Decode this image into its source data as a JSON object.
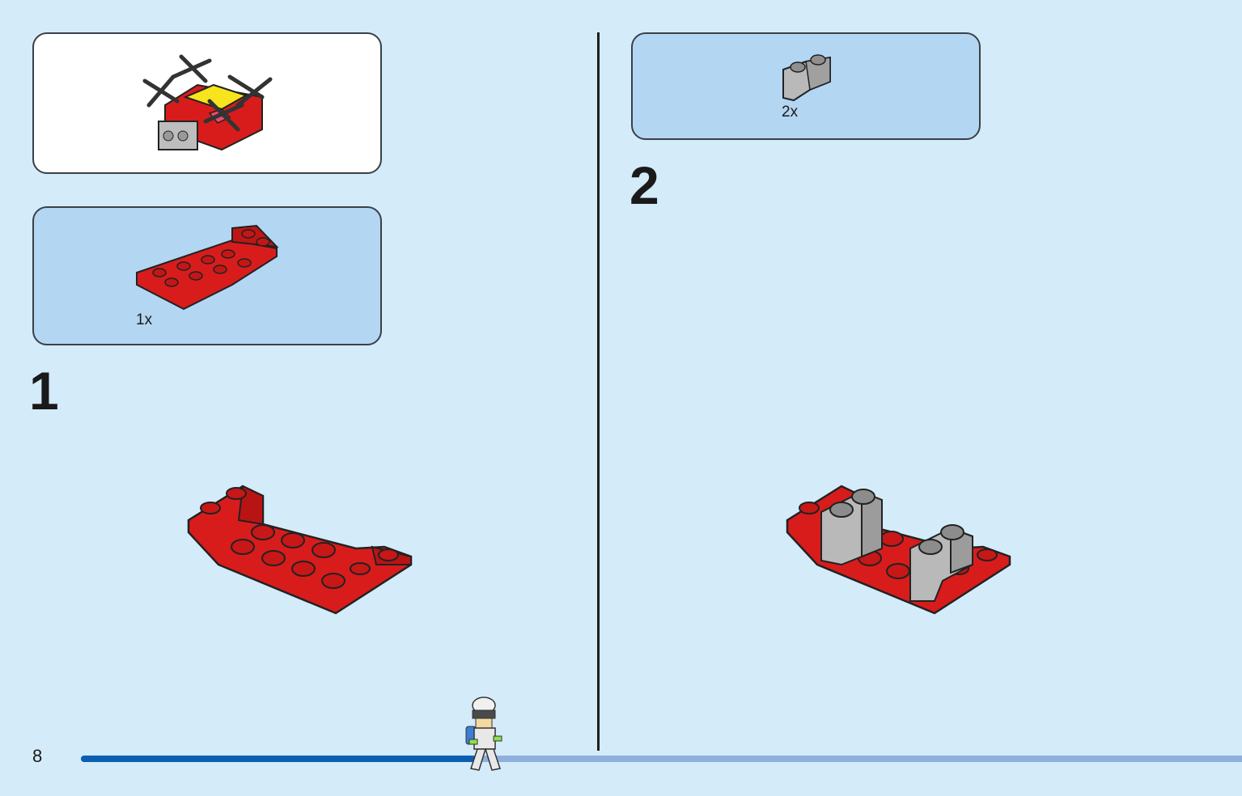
{
  "page": {
    "number": "8"
  },
  "progress": {
    "fraction": 0.34,
    "colors": {
      "done": "#0a5fb0",
      "remaining": "#8fb0dc"
    }
  },
  "steps": [
    {
      "number": "1",
      "parts_qty": "1x",
      "part": "red-inverted-slope-plate"
    },
    {
      "number": "2",
      "parts_qty": "2x",
      "part": "grey-macaroni-brick"
    }
  ],
  "colors": {
    "background": "#d4ebfa",
    "parts_box": "#b3d6f3",
    "brick_red": "#d81c1c",
    "brick_grey": "#b9b9b9"
  },
  "icons": [
    "drone-model-icon",
    "minifigure-runner-icon"
  ]
}
